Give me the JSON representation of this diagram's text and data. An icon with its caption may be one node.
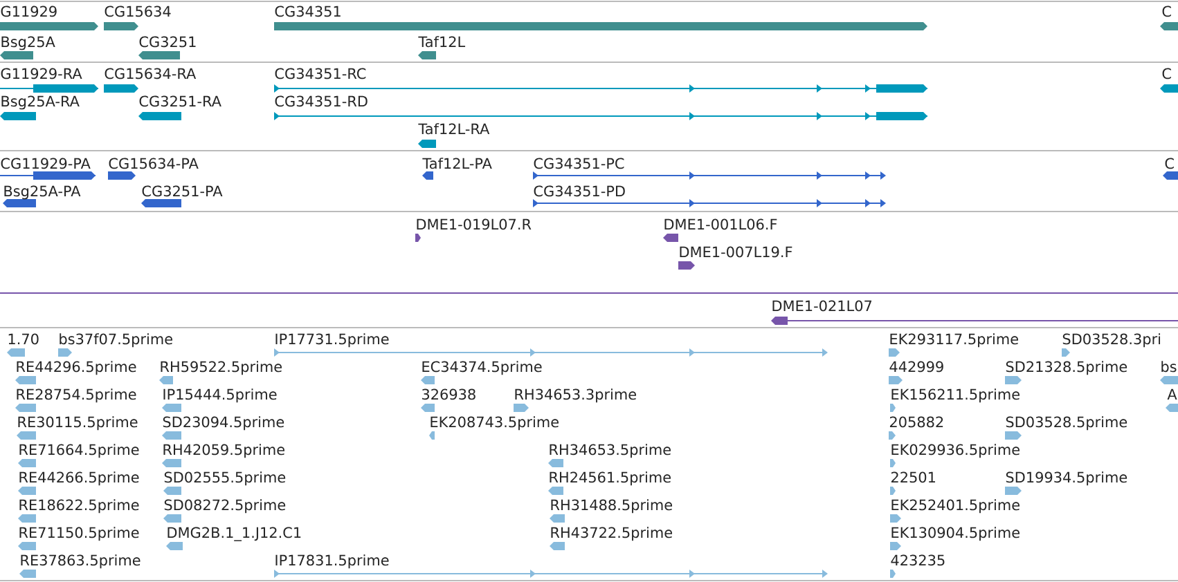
{
  "diagram": {
    "labels": [
      "G11929",
      "CG15634",
      "CG34351",
      "C",
      "Bsg25A",
      "CG3251",
      "Taf12L",
      "G11929-RA",
      "CG15634-RA",
      "CG34351-RC",
      "C",
      "Bsg25A-RA",
      "CG3251-RA",
      "CG34351-RD",
      "Taf12L-RA",
      "CG11929-PA",
      "CG15634-PA",
      "Taf12L-PA",
      "CG34351-PC",
      "C",
      "Bsg25A-PA",
      "CG3251-PA",
      "CG34351-PD",
      "DME1-019L07.R",
      "DME1-001L06.F",
      "DME1-007L19.F",
      "DME1-021L07",
      "1.70",
      "bs37f07.5prime",
      "IP17731.5prime",
      "EK293117.5prime",
      "SD03528.3pri",
      "RE44296.5prime",
      "RH59522.5prime",
      "EC34374.5prime",
      "442999",
      "SD21328.5prime",
      "bs",
      "RE28754.5prime",
      "IP15444.5prime",
      "326938",
      "RH34653.3prime",
      "EK156211.5prime",
      "A",
      "RE30115.5prime",
      "SD23094.5prime",
      "EK208743.5prime",
      "205882",
      "SD03528.5prime",
      "RE71664.5prime",
      "RH42059.5prime",
      "RH34653.5prime",
      "EK029936.5prime",
      "RE44266.5prime",
      "SD02555.5prime",
      "RH24561.5prime",
      "22501",
      "SD19934.5prime",
      "RE18622.5prime",
      "SD08272.5prime",
      "RH31488.5prime",
      "EK252401.5prime",
      "RE71150.5prime",
      "DMG2B.1_1.J12.C1",
      "RH43722.5prime",
      "EK130904.5prime",
      "RE37863.5prime",
      "IP17831.5prime",
      "423235"
    ]
  }
}
